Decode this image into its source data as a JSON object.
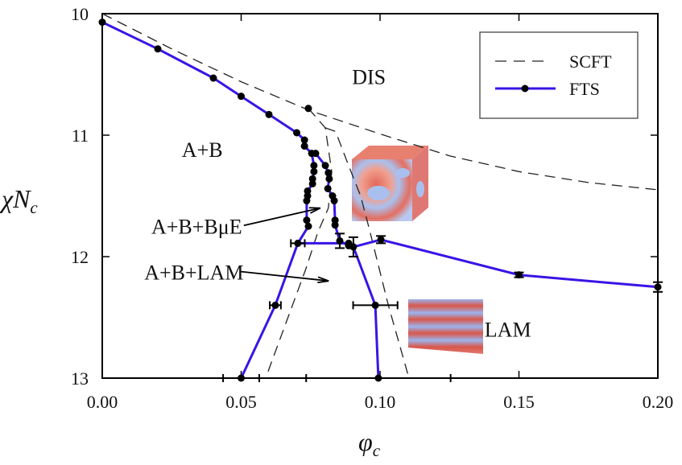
{
  "chart_data": {
    "type": "line",
    "title": "",
    "xlabel": "φ",
    "xlabel_sub": "c",
    "ylabel": "χN",
    "ylabel_sub": "c",
    "xlim": [
      0,
      0.2
    ],
    "ylim": [
      10,
      13
    ],
    "y_inverted": true,
    "grid": false,
    "xticks": [
      0,
      0.05,
      0.1,
      0.15,
      0.2
    ],
    "xtick_labels": [
      "0.00",
      "0.05",
      "0.10",
      "0.15",
      "0.20"
    ],
    "yticks": [
      10,
      11,
      12,
      13
    ],
    "ytick_labels": [
      "10",
      "11",
      "12",
      "13"
    ],
    "legend": {
      "placement": "top-right",
      "entries": [
        "SCFT",
        "FTS"
      ]
    },
    "colors": {
      "fts": "#3a14e6",
      "scft": "#222222",
      "marker": "#000000"
    },
    "series": [
      {
        "name": "SCFT",
        "style": "dashed",
        "segments": [
          [
            [
              0,
              10
            ],
            [
              0.025,
              10.29
            ],
            [
              0.05,
              10.56
            ],
            [
              0.075,
              10.8
            ],
            [
              0.1,
              10.99
            ],
            [
              0.125,
              11.17
            ],
            [
              0.15,
              11.3
            ],
            [
              0.175,
              11.39
            ],
            [
              0.2,
              11.45
            ]
          ],
          [
            [
              0.0742,
              10.78
            ],
            [
              0.0803,
              10.94
            ],
            [
              0.0826,
              11.3
            ],
            [
              0.0814,
              11.6
            ],
            [
              0.0776,
              11.8
            ],
            [
              0.0733,
              12.1
            ],
            [
              0.0588,
              13.0
            ]
          ],
          [
            [
              0.0803,
              10.94
            ],
            [
              0.084,
              10.97
            ],
            [
              0.088,
              11.21
            ],
            [
              0.093,
              11.5
            ],
            [
              0.096,
              11.76
            ],
            [
              0.103,
              12.4
            ],
            [
              0.1104,
              13.0
            ]
          ]
        ]
      },
      {
        "name": "FTS",
        "style": "solid-markers",
        "segments": [
          [
            [
              0.0,
              10.07
            ],
            [
              0.02,
              10.29
            ],
            [
              0.04,
              10.53
            ],
            [
              0.05,
              10.68
            ],
            [
              0.06,
              10.83
            ],
            [
              0.07,
              10.98
            ],
            [
              0.0728,
              11.04
            ],
            [
              0.0728,
              11.09
            ],
            [
              0.0754,
              11.15
            ]
          ],
          [
            [
              0.0754,
              11.15
            ],
            [
              0.0762,
              11.25
            ],
            [
              0.0762,
              11.3
            ],
            [
              0.0757,
              11.36
            ],
            [
              0.0757,
              11.4
            ],
            [
              0.0739,
              11.46
            ],
            [
              0.0739,
              11.5
            ],
            [
              0.0736,
              11.54
            ],
            [
              0.0736,
              11.7
            ],
            [
              0.0742,
              11.75
            ],
            [
              0.0704,
              11.89
            ]
          ],
          [
            [
              0.0754,
              11.15
            ],
            [
              0.0768,
              11.15
            ],
            [
              0.0803,
              11.25
            ],
            [
              0.0814,
              11.31
            ],
            [
              0.0817,
              11.36
            ],
            [
              0.0812,
              11.44
            ],
            [
              0.0829,
              11.5
            ],
            [
              0.0835,
              11.54
            ],
            [
              0.0838,
              11.7
            ],
            [
              0.0838,
              11.74
            ],
            [
              0.0855,
              11.87
            ],
            [
              0.0887,
              11.91
            ],
            [
              0.0904,
              11.92
            ]
          ],
          [
            [
              0.0704,
              11.89
            ],
            [
              0.0887,
              11.89
            ]
          ],
          [
            [
              0.0704,
              11.89
            ],
            [
              0.0623,
              12.4
            ],
            [
              0.05,
              13.0
            ]
          ],
          [
            [
              0.0904,
              11.92
            ],
            [
              0.0983,
              12.4
            ],
            [
              0.0994,
              13.0
            ]
          ],
          [
            [
              0.0904,
              11.92
            ],
            [
              0.1003,
              11.86
            ],
            [
              0.15,
              12.15
            ],
            [
              0.2,
              12.25
            ]
          ]
        ],
        "isolated_points": [
          [
            0.0742,
            10.78
          ]
        ],
        "error_bars": [
          {
            "x": 0.0704,
            "y": 11.89,
            "xerr": 0.0025,
            "yerr": 0
          },
          {
            "x": 0.0623,
            "y": 12.4,
            "xerr": 0.002,
            "yerr": 0
          },
          {
            "x": 0.05,
            "y": 13.0,
            "xerr": 0.0065,
            "yerr": 0
          },
          {
            "x": 0.0855,
            "y": 11.87,
            "xerr": 0,
            "yerr": 0.06
          },
          {
            "x": 0.0904,
            "y": 11.92,
            "xerr": 0,
            "yerr": 0.08
          },
          {
            "x": 0.1003,
            "y": 11.86,
            "xerr": 0,
            "yerr": 0.03
          },
          {
            "x": 0.0983,
            "y": 12.4,
            "xerr": 0.008,
            "yerr": 0
          },
          {
            "x": 0.0994,
            "y": 13.0,
            "xerr": 0.026,
            "yerr": 0
          },
          {
            "x": 0.15,
            "y": 12.15,
            "xerr": 0,
            "yerr": 0.02
          },
          {
            "x": 0.2,
            "y": 12.25,
            "xerr": 0,
            "yerr": 0.04
          }
        ]
      }
    ],
    "annotations": [
      {
        "text": "DIS",
        "x": 0.096,
        "y": 10.52
      },
      {
        "text": "A+B",
        "x": 0.036,
        "y": 11.12
      },
      {
        "text": "A+B+BμE",
        "x": 0.034,
        "y": 11.75,
        "arrow_to": [
          0.0785,
          11.6
        ]
      },
      {
        "text": "A+B+LAM",
        "x": 0.033,
        "y": 12.13,
        "arrow_to": [
          0.0815,
          12.2
        ]
      },
      {
        "text": "LAM",
        "x": 0.146,
        "y": 12.6
      }
    ]
  }
}
